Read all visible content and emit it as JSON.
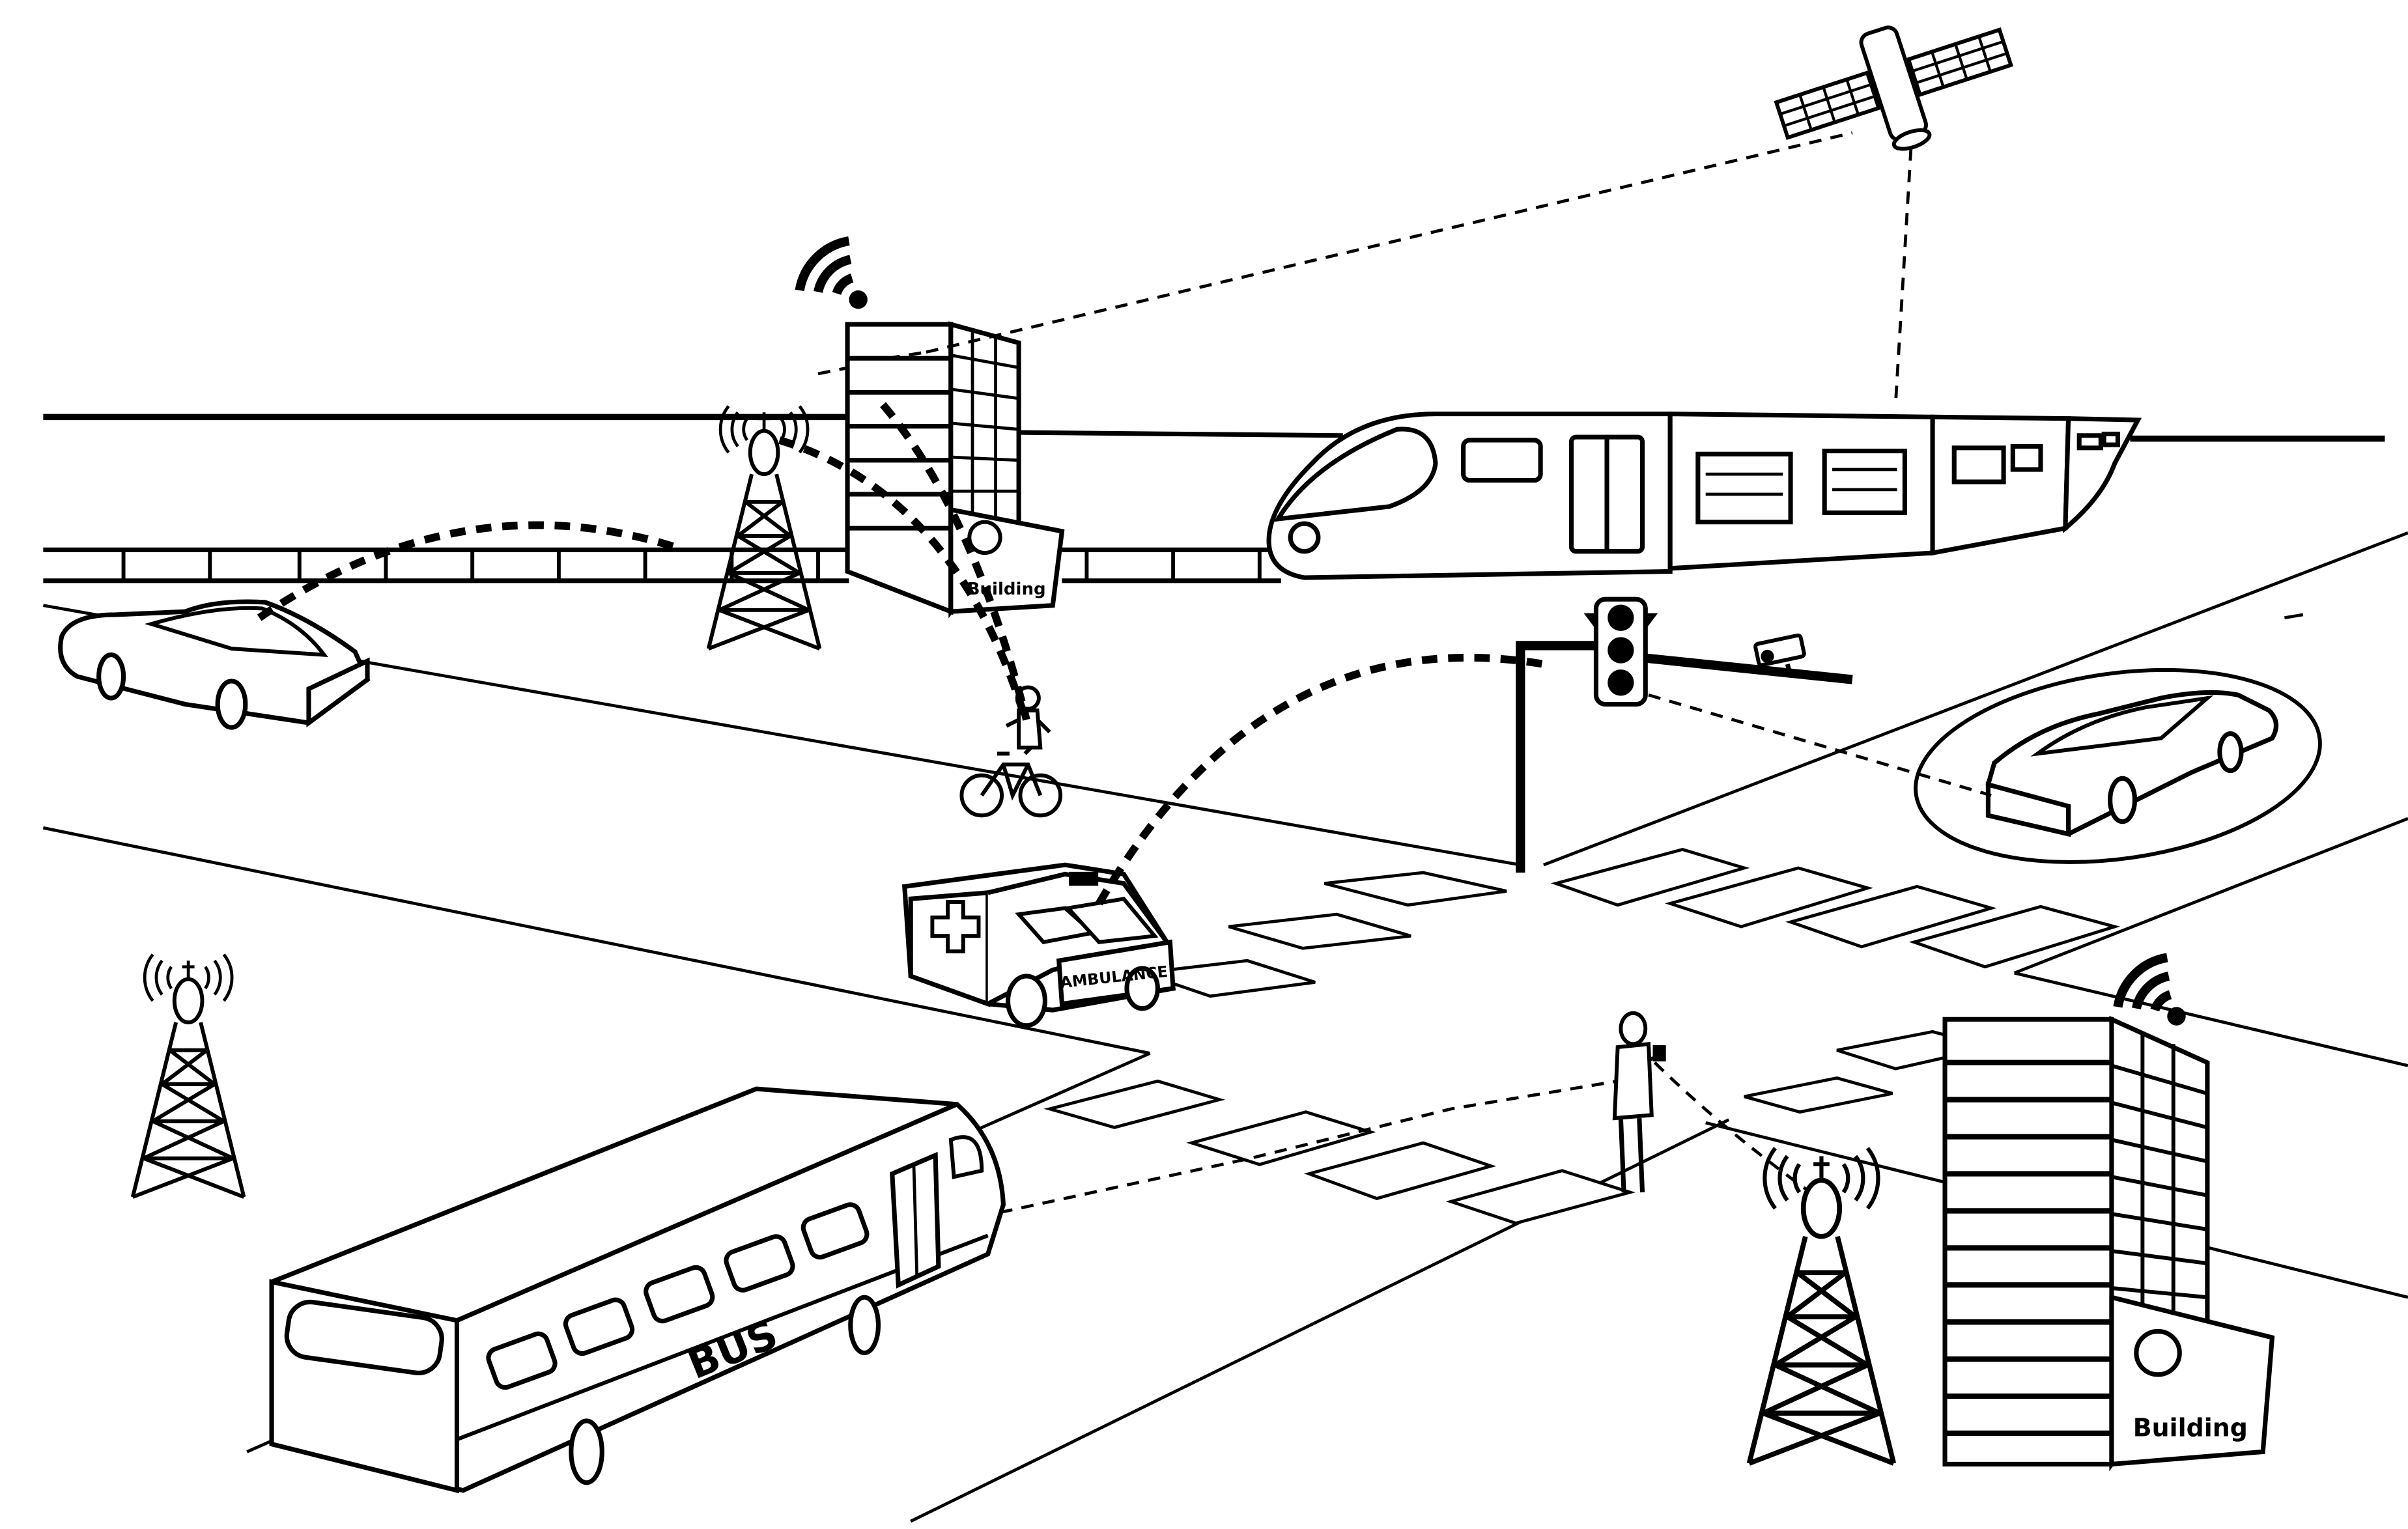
{
  "labels": {
    "building_top": "Building",
    "building_bottom": "Building",
    "ambulance": "AMBULANCE",
    "bus": "BUS"
  },
  "scene_elements": [
    "satellite-icon",
    "wifi-icon",
    "wifi-icon",
    "cell-tower-icon",
    "cell-tower-icon",
    "cell-tower-icon",
    "building-icon",
    "building-icon",
    "train-icon",
    "car-icon",
    "car-icon",
    "bicycle-icon",
    "cyclist-icon",
    "ambulance-icon",
    "bus-icon",
    "pedestrian-icon",
    "traffic-light-icon",
    "camera-icon"
  ]
}
